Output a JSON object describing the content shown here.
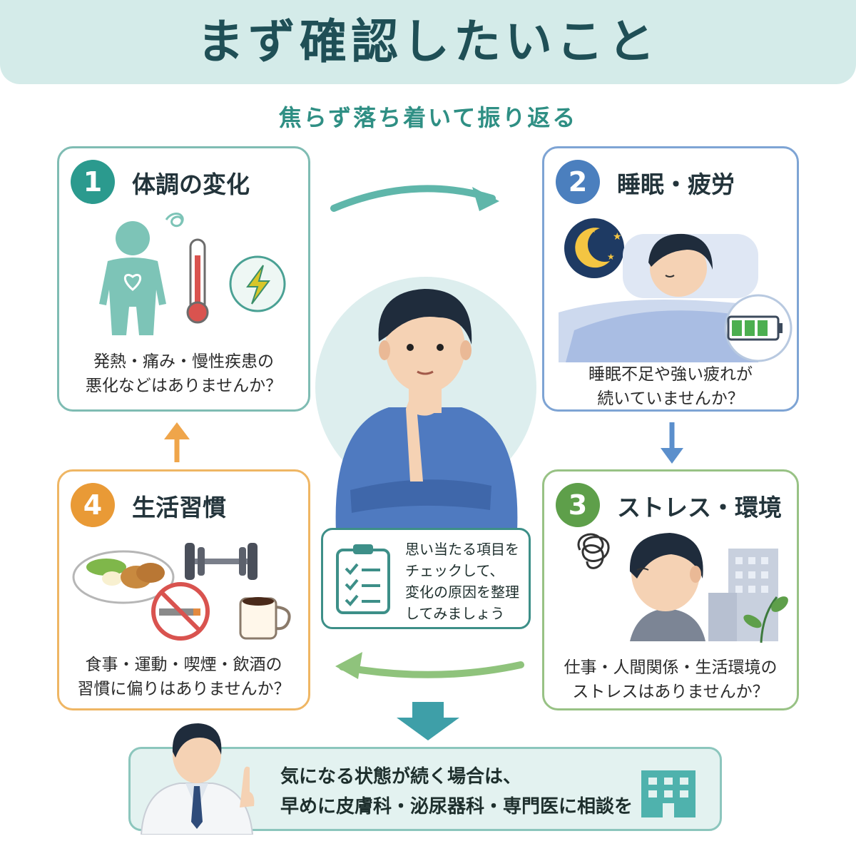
{
  "header": {
    "title": "まず確認したいこと",
    "subtitle": "焦らず落ち着いて振り返る"
  },
  "colors": {
    "teal": "#2b9a8e",
    "blue": "#4b7fbe",
    "green": "#5e9f4a",
    "orange": "#e99a36"
  },
  "cards": [
    {
      "number": "1",
      "title": "体調の変化",
      "lines": [
        "発熱・痛み・慢性疾患の",
        "悪化などはありませんか？"
      ]
    },
    {
      "number": "2",
      "title": "睡眠・疲労",
      "lines": [
        "睡眠不足や強い疲れが",
        "続いていませんか？"
      ]
    },
    {
      "number": "3",
      "title": "ストレス・環境",
      "lines": [
        "仕事・人間関係・生活環境の",
        "ストレスはありませんか？"
      ]
    },
    {
      "number": "4",
      "title": "生活習慣",
      "lines": [
        "食事・運動・喫煙・飲酒の",
        "習慣に偏りはありませんか？"
      ]
    }
  ],
  "center": {
    "lines": [
      "思い当たる項目を",
      "チェックして、",
      "変化の原因を整理",
      "してみましょう"
    ]
  },
  "advice": {
    "lines": [
      "気になる状態が続く場合は、",
      "早めに皮膚科・泌尿器科・専門医に相談を"
    ]
  }
}
